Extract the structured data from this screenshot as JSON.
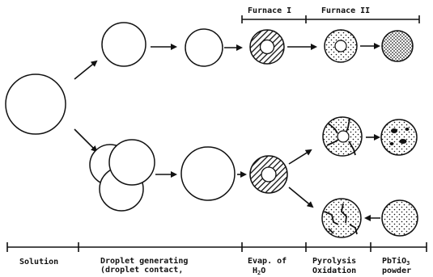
{
  "furnaces": {
    "furnace_1": "Furnace I",
    "furnace_2": "Furnace II"
  },
  "stages": {
    "solution": "Solution",
    "droplet_line1": "Droplet generating",
    "droplet_line2": "(droplet contact,",
    "evap_line1": "Evap. of",
    "evap_line2_main": "H",
    "evap_line2_sub": "2",
    "evap_line2_end": "O",
    "pyrolysis_line1": "Pyrolysis",
    "pyrolysis_line2": "Oxidation",
    "powder_line1_main": "PbTiO",
    "powder_line1_sub": "3",
    "powder_line2": "powder"
  },
  "colors": {
    "ink": "#111111",
    "background": "#ffffff"
  }
}
